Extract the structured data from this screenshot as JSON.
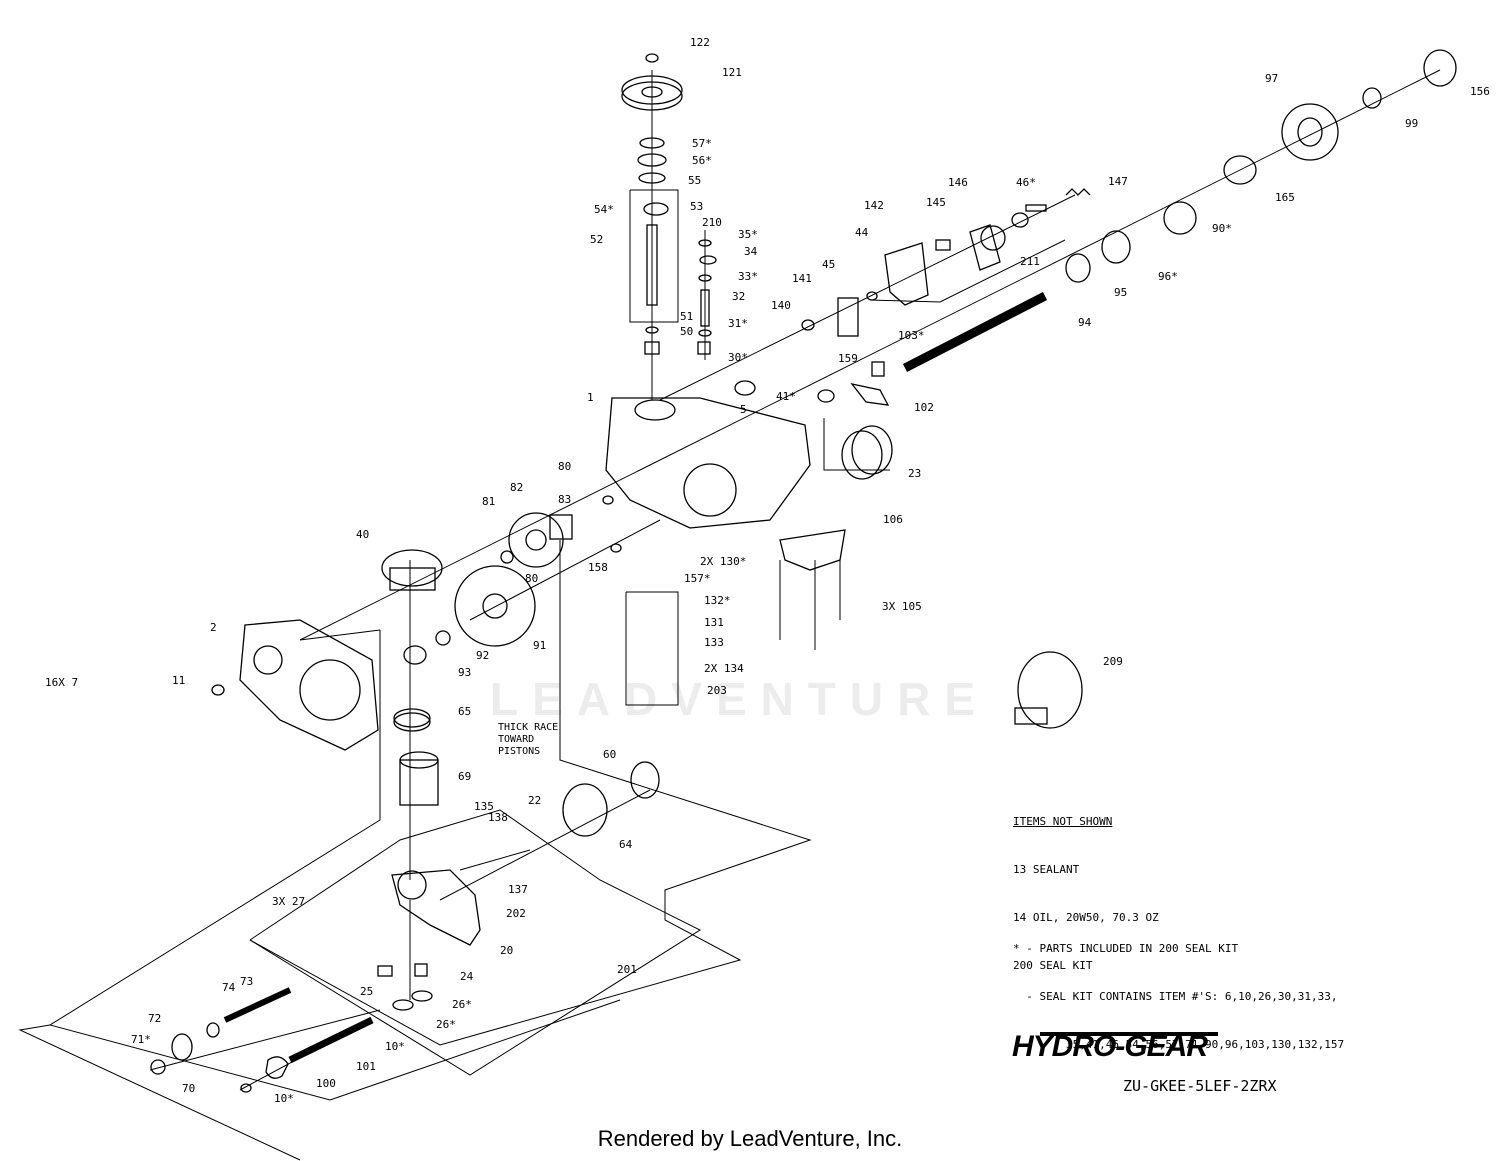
{
  "callouts": [
    {
      "text": "122"
    },
    {
      "text": "121"
    },
    {
      "text": "57*"
    },
    {
      "text": "56*"
    },
    {
      "text": "55"
    },
    {
      "text": "54*"
    },
    {
      "text": "53"
    },
    {
      "text": "210"
    },
    {
      "text": "52"
    },
    {
      "text": "35*"
    },
    {
      "text": "34"
    },
    {
      "text": "33*"
    },
    {
      "text": "32"
    },
    {
      "text": "31*"
    },
    {
      "text": "51"
    },
    {
      "text": "50"
    },
    {
      "text": "30*"
    },
    {
      "text": "1"
    },
    {
      "text": "41*"
    },
    {
      "text": "5"
    },
    {
      "text": "80"
    },
    {
      "text": "82"
    },
    {
      "text": "83"
    },
    {
      "text": "81"
    },
    {
      "text": "40"
    },
    {
      "text": "80"
    },
    {
      "text": "158"
    },
    {
      "text": "2X 130*"
    },
    {
      "text": "157*"
    },
    {
      "text": "132*"
    },
    {
      "text": "131"
    },
    {
      "text": "133"
    },
    {
      "text": "2X 134"
    },
    {
      "text": "203"
    },
    {
      "text": "2"
    },
    {
      "text": "91"
    },
    {
      "text": "92"
    },
    {
      "text": "93"
    },
    {
      "text": "11"
    },
    {
      "text": "16X 7"
    },
    {
      "text": "65"
    },
    {
      "text": "69"
    },
    {
      "text": "60"
    },
    {
      "text": "64"
    },
    {
      "text": "22"
    },
    {
      "text": "135"
    },
    {
      "text": "138"
    },
    {
      "text": "137"
    },
    {
      "text": "202"
    },
    {
      "text": "3X 27"
    },
    {
      "text": "20"
    },
    {
      "text": "24"
    },
    {
      "text": "25"
    },
    {
      "text": "26*"
    },
    {
      "text": "26*"
    },
    {
      "text": "201"
    },
    {
      "text": "74"
    },
    {
      "text": "73"
    },
    {
      "text": "72"
    },
    {
      "text": "71*"
    },
    {
      "text": "70"
    },
    {
      "text": "10*"
    },
    {
      "text": "101"
    },
    {
      "text": "100"
    },
    {
      "text": "10*"
    },
    {
      "text": "106"
    },
    {
      "text": "3X 105"
    },
    {
      "text": "23"
    },
    {
      "text": "102"
    },
    {
      "text": "159"
    },
    {
      "text": "103*"
    },
    {
      "text": "140"
    },
    {
      "text": "141"
    },
    {
      "text": "45"
    },
    {
      "text": "44"
    },
    {
      "text": "142"
    },
    {
      "text": "145"
    },
    {
      "text": "146"
    },
    {
      "text": "46*"
    },
    {
      "text": "147"
    },
    {
      "text": "211"
    },
    {
      "text": "94"
    },
    {
      "text": "95"
    },
    {
      "text": "96*"
    },
    {
      "text": "90*"
    },
    {
      "text": "165"
    },
    {
      "text": "97"
    },
    {
      "text": "99"
    },
    {
      "text": "156"
    },
    {
      "text": "209"
    }
  ],
  "thick_race_note": [
    "THICK RACE",
    "TOWARD",
    "PISTONS"
  ],
  "items_not_shown": {
    "heading": "ITEMS NOT SHOWN",
    "lines": [
      "13 SEALANT",
      "14 OIL, 20W50, 70.3 OZ",
      "200 SEAL KIT"
    ]
  },
  "seal_kit_note": {
    "line1": "* - PARTS INCLUDED IN 200 SEAL KIT",
    "line2": "  - SEAL KIT CONTAINS ITEM #'S: 6,10,26,30,31,33,",
    "line3": "        35,41,46,54,56,57,71,90,96,103,130,132,157"
  },
  "brand": "HYDRO-GEAR",
  "model_code": "ZU-GKEE-5LEF-2ZRX",
  "watermark": "LEADVENTURE",
  "footer": "Rendered by LeadVenture, Inc.",
  "colors": {
    "ink": "#000000",
    "paper": "#ffffff",
    "watermark": "#ececec"
  }
}
